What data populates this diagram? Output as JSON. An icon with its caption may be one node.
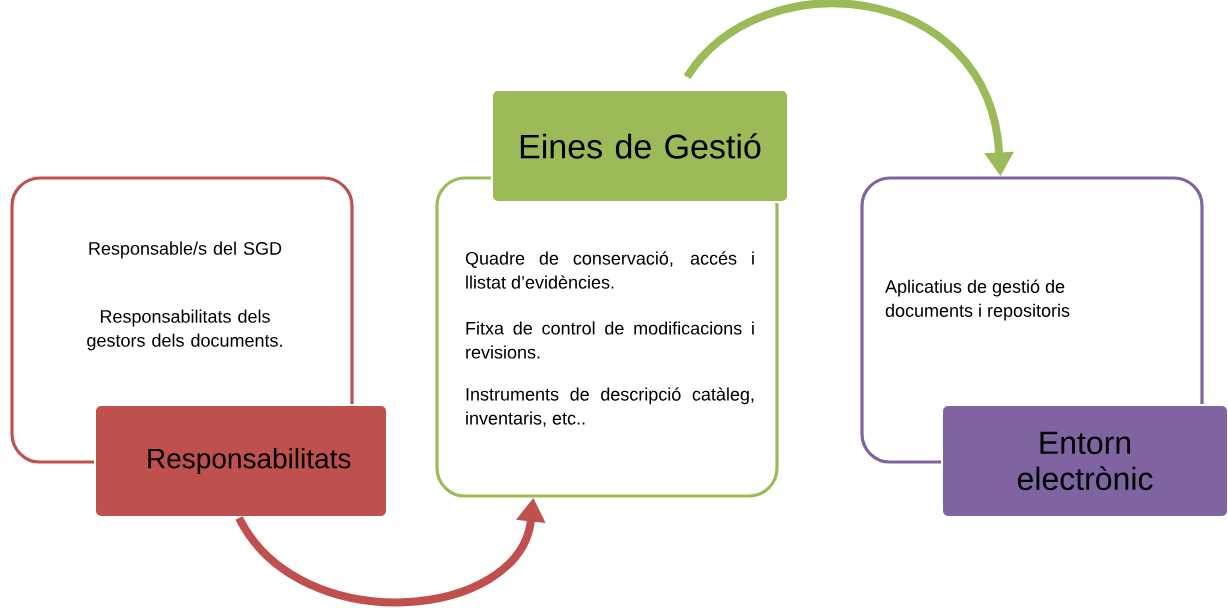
{
  "diagram": {
    "nodes": [
      {
        "text": [
          "Responsable/s del SGD",
          "Responsabilitats dels gestors dels documents."
        ]
      },
      {
        "text": [
          "Responsabilitats"
        ]
      },
      {
        "text": [
          "Quadre de conservació, accés i llistat d’evidències.",
          "Fitxa de control de modificacions i revisions.",
          "Instruments de descripció catàleg, inventaris, etc.."
        ]
      },
      {
        "text": [
          "Eines de Gestió"
        ]
      },
      {
        "text": [
          "Aplicatius de gestió de documents i repositoris"
        ]
      },
      {
        "text": [
          "Entorn electrònic"
        ]
      }
    ],
    "edges": [
      {
        "from": 1,
        "to": 2,
        "arrow": "to",
        "color": "#c0504d"
      },
      {
        "from": 3,
        "to": 4,
        "arrow": "to",
        "color": "#9bbb59"
      }
    ]
  }
}
